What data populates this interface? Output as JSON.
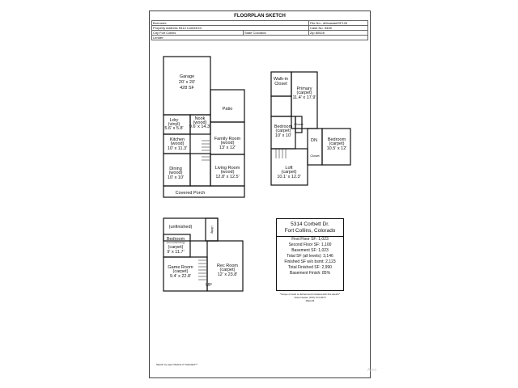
{
  "header": {
    "title": "FLOORPLAN SKETCH",
    "borrower_label": "Borrower:",
    "file_no_label": "File No.:",
    "file_no_value": "dMcaniaelSF126",
    "property_label": "Property Address",
    "property_value": "5314 Corbett Dr",
    "case_no_label": "Case No.",
    "case_no_value": "5338",
    "city_label": "City",
    "city_value": "Fort Collins",
    "state_label": "State",
    "state_value": "Colorado",
    "zip_label": "Zip",
    "zip_value": "80528",
    "lender_label": "Lender:"
  },
  "rooms": {
    "garage": [
      "Garage",
      "20' x 20'",
      "428 SF"
    ],
    "patio": [
      "Patio"
    ],
    "laundry": [
      "Ldry",
      "(vinyl)",
      "5.6' x 5.8'"
    ],
    "nook": [
      "Nook",
      "(wood)",
      "9.6' x 14.3'"
    ],
    "kitchen": [
      "Kitchen",
      "(wood)",
      "10' x 11.3'"
    ],
    "family": [
      "Family Room",
      "(wood)",
      "13' x 12'"
    ],
    "dining": [
      "Dining",
      "(wood)",
      "10' x 10'"
    ],
    "living": [
      "Living Room",
      "(wood)",
      "12.8' x 12.5'"
    ],
    "porch": [
      "Covered Porch"
    ],
    "walkin": [
      "Walk-in",
      "Closet"
    ],
    "primary": [
      "Primary",
      "(carpet)",
      "11.4' x 17.9'"
    ],
    "bed2": [
      "Bedroom",
      "(carpet)",
      "10' x 10'"
    ],
    "closet_a": [
      "Closet"
    ],
    "dn": [
      "DN"
    ],
    "closet_b": [
      "Closet"
    ],
    "bed3": [
      "Bedroom",
      "(carpet)",
      "10.5' x 12'"
    ],
    "loft": [
      "Loft",
      "(carpet)",
      "10.1' x 12.3'"
    ],
    "unfinished": [
      "(unfinished)"
    ],
    "utility": [
      "Utility"
    ],
    "bsmt_bed": [
      "Bedroom",
      "(non-conforming)",
      "(carpet)",
      "9' x 11.7'"
    ],
    "game": [
      "Game Room",
      "(carpet)",
      "9.4' x 22.8'"
    ],
    "rec": [
      "Rec Room",
      "(carpet)",
      "12' x 23.8'"
    ],
    "up": [
      "UP"
    ]
  },
  "summary": {
    "address_line1": "5314 Corbett Dr.",
    "address_line2": "Fort Collins, Colorado",
    "rows": [
      "First Floor SF: 1,023",
      "Second Floor SF: 1,100",
      "Basement SF: 1,023",
      "Total SF (all levels): 3,146",
      "Finished SF w/o bsmt: 2,123",
      "Total Finished SF: 2,990",
      "Basement Finish: 85%"
    ]
  },
  "note": {
    "line1": "*Scope of work is defined and included with this sketch*",
    "line2": "Drew Neaten (970) 274-3973",
    "line3": "28jun26"
  },
  "credit": "Sketch by Apex Medina IV Standard™",
  "watermark": "Apex"
}
